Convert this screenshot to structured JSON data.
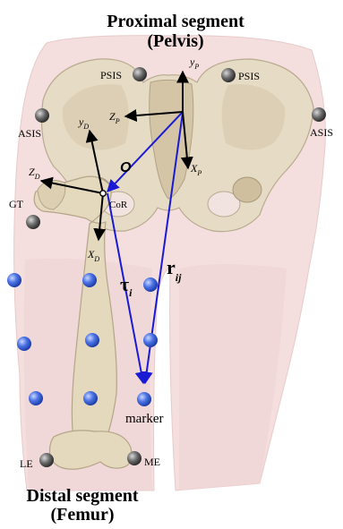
{
  "titles": {
    "proximal_line1": "Proximal segment",
    "proximal_line2": "(Pelvis)",
    "distal_line1": "Distal segment",
    "distal_line2": "(Femur)"
  },
  "landmarks": {
    "psis_left": "PSIS",
    "psis_right": "PSIS",
    "asis_left": "ASIS",
    "asis_right": "ASIS",
    "gt": "GT",
    "le": "LE",
    "me": "ME"
  },
  "proximal_axes": {
    "y": "y",
    "z": "Z",
    "x": "X",
    "subscript": "P"
  },
  "distal_axes": {
    "y": "y",
    "z": "Z",
    "x": "X",
    "subscript": "D"
  },
  "center_of_rotation": "CoR",
  "origin": "O",
  "vectors": {
    "tau_symbol": "τ",
    "tau_subscript": "i",
    "r_symbol": "r",
    "r_subscript": "ij"
  },
  "marker_label": "marker",
  "colors": {
    "vector_blue": "#1a1ad4",
    "marker_blue": "#3a66d8",
    "landmark_gray": "#555555",
    "skin": "#f4dede",
    "bone": "#e2d6bd"
  },
  "icons": {
    "landmark": "gray-sphere-icon",
    "marker": "blue-sphere-icon"
  }
}
